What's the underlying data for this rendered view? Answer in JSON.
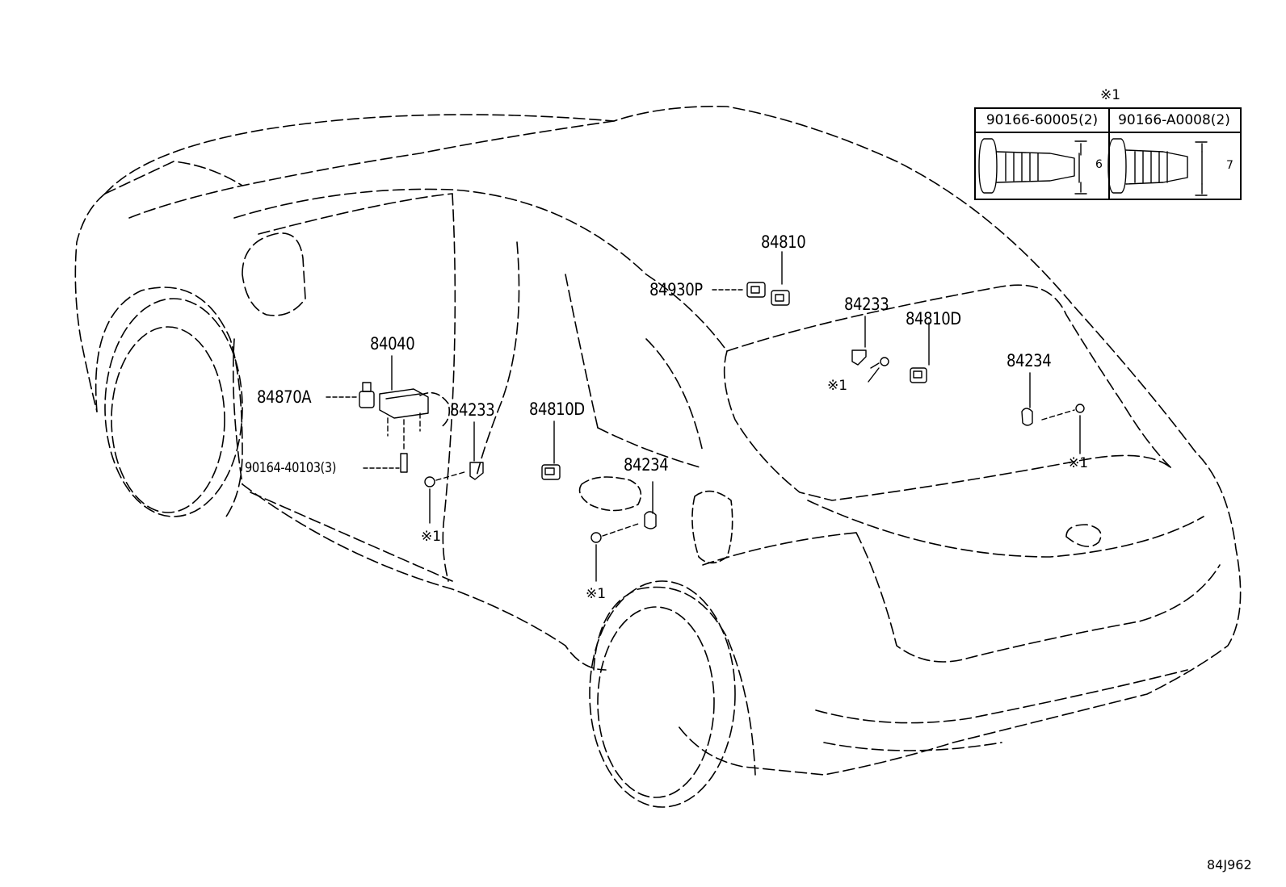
{
  "diagram_id": "84J962",
  "legend": {
    "marker": "※1",
    "parts": [
      {
        "number": "90166-60005(2)",
        "dimension": "6"
      },
      {
        "number": "90166-A0008(2)",
        "dimension": "7"
      }
    ]
  },
  "callouts": {
    "p84810": "84810",
    "p84930P": "84930P",
    "p84233_right": "84233",
    "p84810D_right": "84810D",
    "p84234_right": "84234",
    "p84040": "84040",
    "p84870A": "84870A",
    "p84233_left": "84233",
    "p84810D_left": "84810D",
    "p84234_left": "84234",
    "p90164": "90164-40103(3)"
  },
  "notes": {
    "n1": "※1",
    "n2": "※1",
    "n3": "※1",
    "n4": "※1"
  }
}
